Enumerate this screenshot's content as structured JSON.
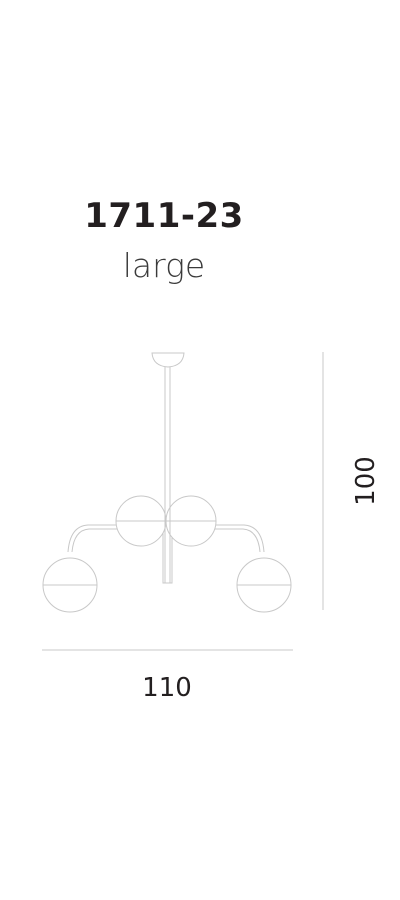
{
  "product": {
    "model_number": "1711-23",
    "size_label": "large"
  },
  "dimensions": {
    "width": "110",
    "height": "100"
  },
  "colors": {
    "text": "#231f20",
    "line": "#c8c8c8"
  }
}
